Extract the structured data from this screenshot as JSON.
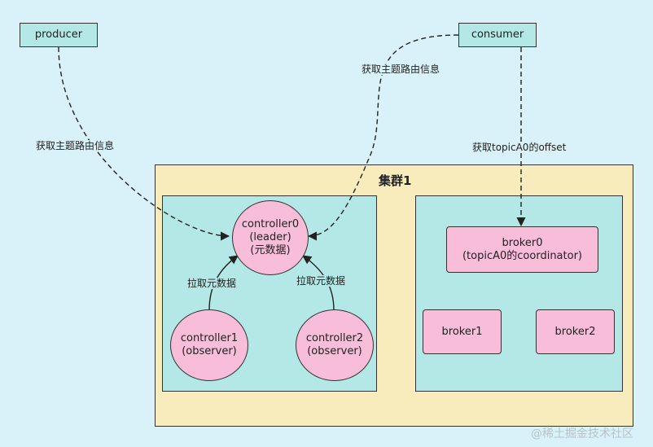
{
  "nodes": {
    "producer": "producer",
    "consumer": "consumer",
    "cluster_title": "集群1",
    "controller0": [
      "controller0",
      "(leader)",
      "(元数据)"
    ],
    "controller1": [
      "controller1",
      "(observer)"
    ],
    "controller2": [
      "controller2",
      "(observer)"
    ],
    "broker0": [
      "broker0",
      "(topicA0的coordinator)"
    ],
    "broker1": "broker1",
    "broker2": "broker2"
  },
  "edges": {
    "producer_to_controller0": "获取主题路由信息",
    "consumer_to_controller0": "获取主题路由信息",
    "consumer_to_broker0": "获取topicA0的offset",
    "controller1_to_controller0": "拉取元数据",
    "controller2_to_controller0": "拉取元数据"
  },
  "watermark": "@稀土掘金技术社区",
  "colors": {
    "background": "#d9f1f8",
    "cyan_box": "#b3e8e6",
    "cluster_fill": "#f8ecbd",
    "pink_node": "#f7bdd9",
    "line": "#333333"
  }
}
